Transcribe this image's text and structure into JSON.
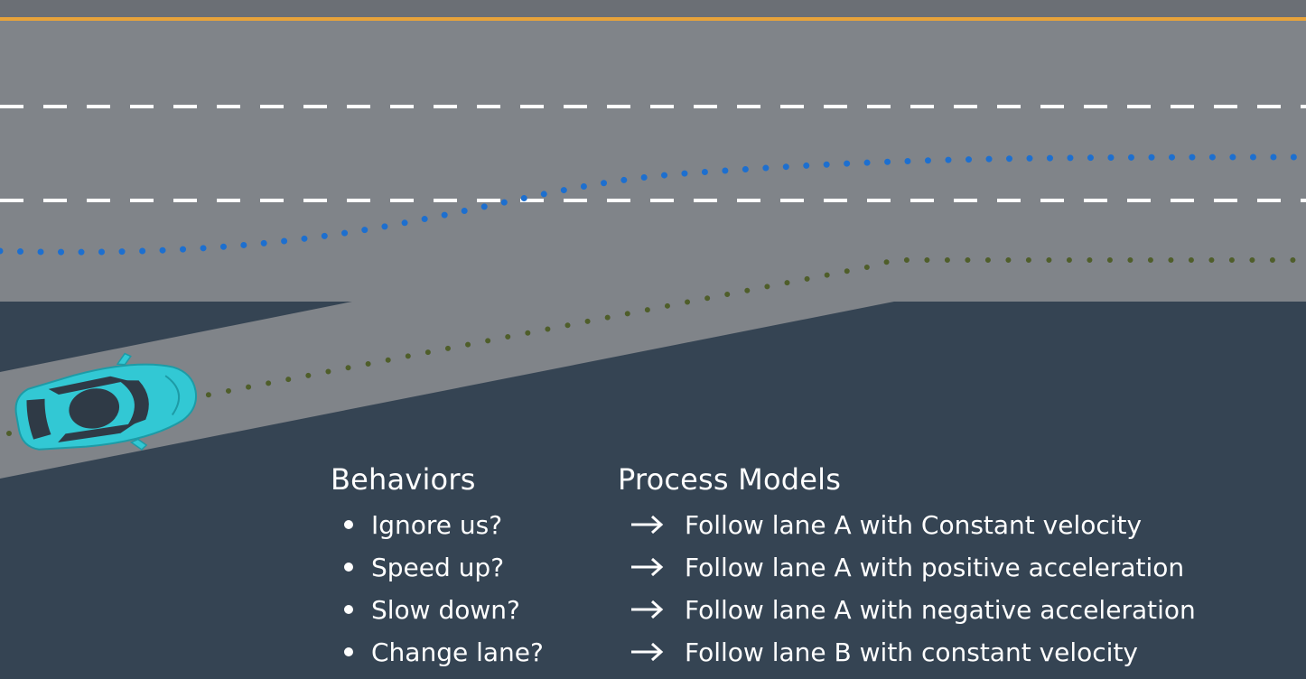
{
  "colors": {
    "background_dark": "#354453",
    "road": "#808489",
    "top_band": "#6b6f75",
    "orange_edge_line": "#e8a33a",
    "lane_marking": "#ffffff",
    "blue_trajectory": "#1d6fcf",
    "green_trajectory": "#4f5e2a",
    "car_body": "#32c8d4",
    "car_dark": "#2f3a46",
    "text": "#ffffff"
  },
  "icons": {
    "car": "car-icon",
    "bullet": "bullet-icon",
    "arrow": "arrow-right-icon"
  },
  "behaviors": {
    "title": "Behaviors",
    "items": [
      "Ignore us?",
      "Speed up?",
      "Slow down?",
      "Change lane?"
    ]
  },
  "process_models": {
    "title": "Process Models",
    "items": [
      "Follow lane A with Constant velocity",
      "Follow lane A with positive acceleration",
      "Follow lane A with negative acceleration",
      "Follow lane B with constant velocity"
    ]
  }
}
